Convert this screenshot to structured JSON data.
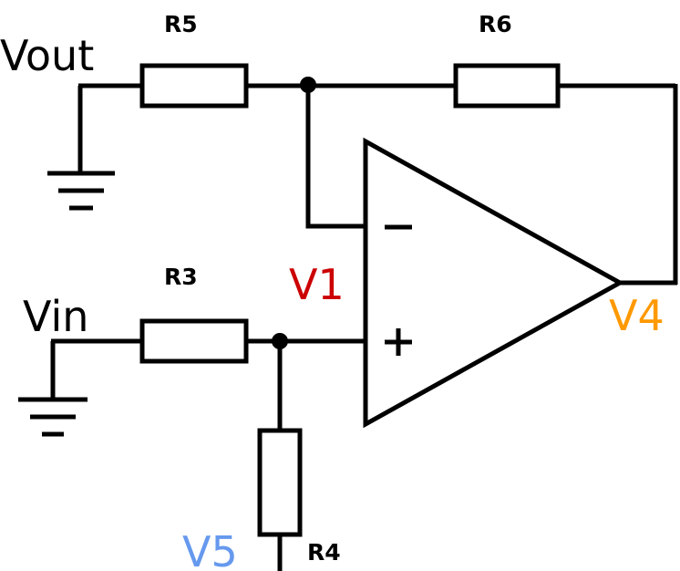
{
  "labels": {
    "r5": "R5",
    "r6": "R6",
    "r3": "R3",
    "r4": "R4",
    "vout": "Vout",
    "vin": "Vin",
    "v1": "V1",
    "v4": "V4",
    "v5": "V5"
  },
  "colors": {
    "v1": "#cc0000",
    "v4": "#ff9900",
    "v5": "#6699ee"
  }
}
